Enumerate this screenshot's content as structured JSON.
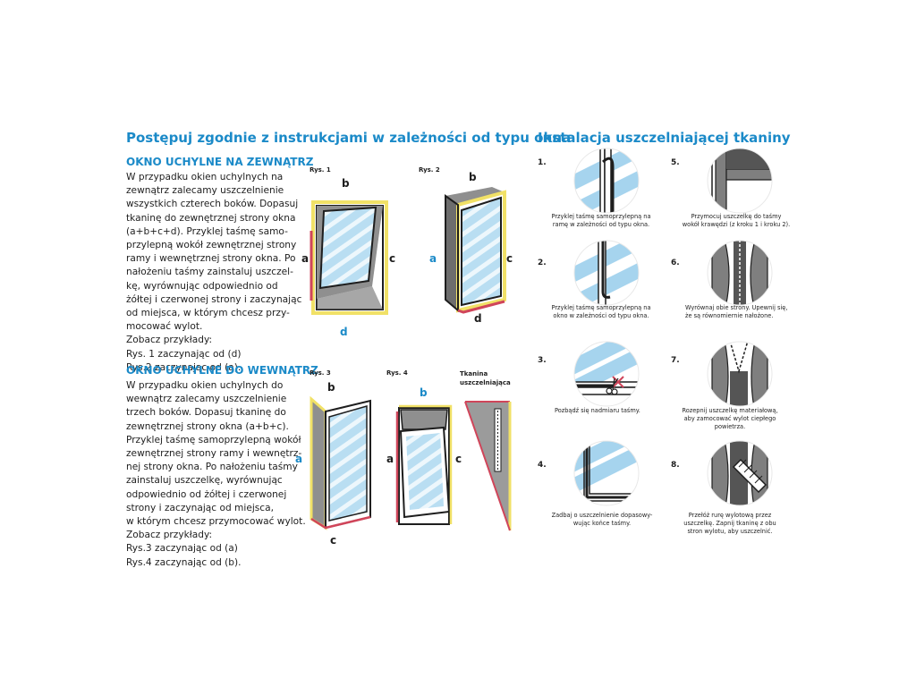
{
  "left": {
    "heading": "Postępuj zgodnie z instrukcjami w zależności od typu okna",
    "sections": [
      {
        "title": "OKNO UCHYLNE NA ZEWNĄTRZ",
        "lines": [
          "W przypadku okien uchylnych na",
          "zewnątrz zalecamy uszczelnienie",
          "wszystkich czterech boków. Dopasuj",
          "tkaninę do zewnętrznej strony okna",
          "(a+b+c+d). Przyklej taśmę samo-",
          "przylepną wokół zewnętrznej strony",
          "ramy i wewnętrznej strony okna. Po",
          "nałożeniu taśmy zainstaluj uszczel-",
          "kę, wyrównując odpowiednio od",
          "żółtej i czerwonej strony i zaczynając",
          "od miejsca, w którym chcesz przy-",
          "mocować wylot.",
          "Zobacz przykłady:",
          "Rys. 1 zaczynając od (d)",
          "Rys.2 zaczynając od (a)."
        ]
      },
      {
        "title": "OKNO UCHYLNE DO WEWNĄTRZ",
        "lines": [
          "W przypadku okien uchylnych do",
          "wewnątrz zalecamy uszczelnienie",
          "trzech boków. Dopasuj tkaninę do",
          "zewnętrznej strony okna (a+b+c).",
          "Przyklej taśmę samoprzylepną wokół",
          "zewnętrznej strony ramy i wewnętrz-",
          "nej strony okna. Po nałożeniu taśmy",
          "zainstaluj uszczelkę, wyrównując",
          "odpowiednio od żółtej i czerwonej",
          "strony i zaczynając od miejsca,",
          "w którym chcesz przymocować wylot.",
          "Zobacz przykłady:",
          "Rys.3 zaczynając od (a)",
          "Rys.4 zaczynając od (b)."
        ]
      }
    ],
    "figures": {
      "rys1": {
        "label": "Rys. 1",
        "a": "a",
        "b": "b",
        "c": "c",
        "d": "d"
      },
      "rys2": {
        "label": "Rys. 2",
        "a": "a",
        "b": "b",
        "c": "c",
        "d": "d"
      },
      "rys3": {
        "label": "Rys. 3",
        "a": "a",
        "b": "b",
        "c": "c"
      },
      "rys4": {
        "label": "Rys. 4",
        "a": "a",
        "b": "b",
        "c": "c"
      },
      "fabric": {
        "label1": "Tkanina",
        "label2": "uszczelniająca"
      }
    }
  },
  "right": {
    "heading": "Instalacja uszczelniającej tkaniny",
    "steps": [
      {
        "num": "1.",
        "caption": [
          "Przyklej taśmę samoprzylepną na",
          "ramę w zależności od typu okna."
        ]
      },
      {
        "num": "2.",
        "caption": [
          "Przyklej taśmę samoprzylepną na",
          "okno w zależności od typu okna."
        ]
      },
      {
        "num": "3.",
        "caption": [
          "Pozbądź się nadmiaru taśmy."
        ]
      },
      {
        "num": "4.",
        "caption": [
          "Zadbaj o uszczelnienie dopasowy-",
          "wując końce taśmy."
        ]
      },
      {
        "num": "5.",
        "caption": [
          "Przymocuj uszczelkę do taśmy",
          "wokół krawędzi (z kroku 1 i kroku 2)."
        ]
      },
      {
        "num": "6.",
        "caption": [
          "Wyrównaj obie strony. Upewnij się,",
          "że są równomiernie nałożone."
        ]
      },
      {
        "num": "7.",
        "caption": [
          "Rozepnij uszczelkę materiałową,",
          "aby zamocować wylot ciepłego",
          "powietrza."
        ]
      },
      {
        "num": "8.",
        "caption": [
          "Przełóż rurę wylotową przez",
          "uszczelkę. Zapnij tkaninę z obu",
          "stron wylotu, aby uszczelnić."
        ]
      }
    ]
  },
  "colors": {
    "accent": "#1b8ac8",
    "yellow": "#f1e167",
    "red": "#d0455a",
    "gray": "#8f8f8f",
    "glass": "#a6d4ee"
  }
}
